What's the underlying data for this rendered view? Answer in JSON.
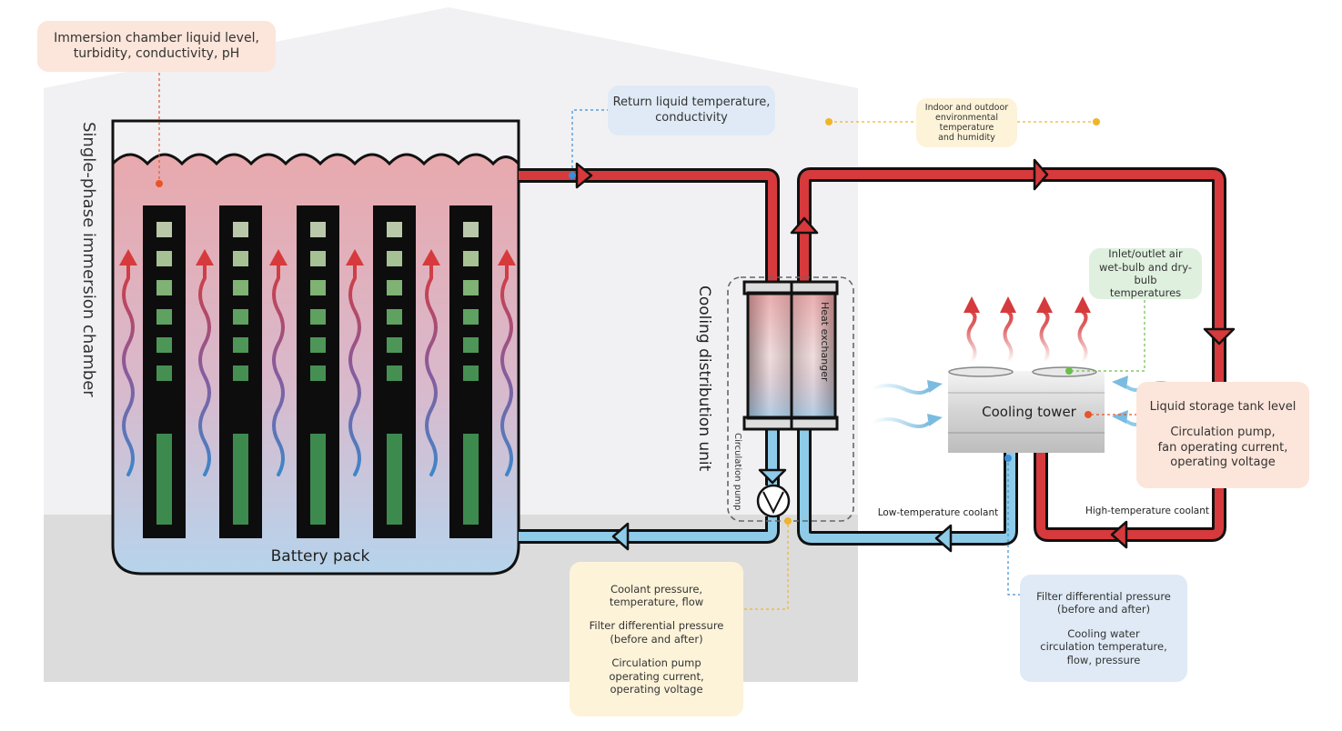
{
  "labels": {
    "immersion_chamber": "Single-phase immersion chamber",
    "battery_pack": "Battery pack",
    "cdu": "Cooling distribution unit",
    "heat_exchanger": "Heat exchanger",
    "circulation_pump": "Circulation pump",
    "cooling_tower": "Cooling tower",
    "low_temp_coolant": "Low-temperature coolant",
    "high_temp_coolant": "High-temperature coolant"
  },
  "callouts": {
    "chamber_sensors": [
      "Immersion chamber liquid level,",
      "turbidity, conductivity, pH"
    ],
    "return_liquid": [
      "Return liquid temperature,",
      "conductivity"
    ],
    "environment": [
      "Indoor and outdoor",
      "environmental",
      "temperature",
      "and humidity"
    ],
    "air_temps": [
      "Inlet/outlet air",
      "wet-bulb and dry-bulb",
      "temperatures"
    ],
    "storage_tank": {
      "title": "Liquid storage tank level",
      "lines": [
        "Circulation pump,",
        "fan operating current,",
        "operating voltage"
      ]
    },
    "coolant_block": {
      "group1": [
        "Coolant pressure,",
        "temperature, flow"
      ],
      "group2": [
        "Filter differential pressure",
        "(before and after)"
      ],
      "group3": [
        "Circulation pump",
        "operating current,",
        "operating voltage"
      ]
    },
    "cooling_water_block": {
      "group1": [
        "Filter differential pressure",
        "(before and after)"
      ],
      "group2": [
        "Cooling water",
        "circulation temperature,",
        "flow, pressure"
      ]
    }
  },
  "colors": {
    "hot_pipe": "#d63a3c",
    "cold_pipe": "#8ecbe8",
    "sensor_orange": "#e8542a",
    "sensor_blue": "#3a8fd6",
    "sensor_yellow": "#f0b429",
    "sensor_green": "#6abf4b",
    "cell_green": "#3d8a4e"
  }
}
